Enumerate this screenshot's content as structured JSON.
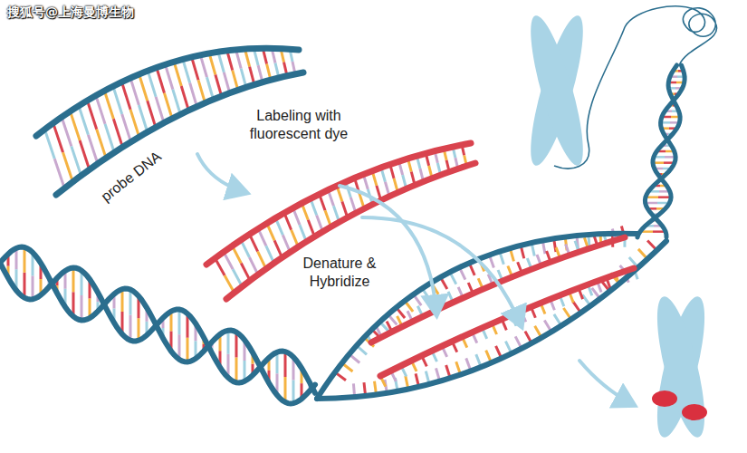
{
  "diagram": {
    "labels": [
      "搜狐号@上海曼博生物",
      "probe DNA",
      "Labeling with fluorescent dye",
      "Denature & Hybridize"
    ]
  }
}
